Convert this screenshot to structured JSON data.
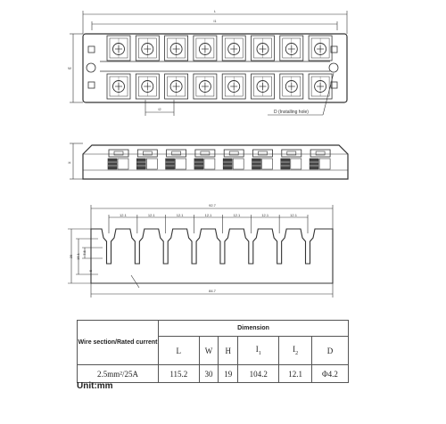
{
  "top_view": {
    "dim_L": "L",
    "dim_l1": "l1",
    "dim_W": "W",
    "dim_l2": "l2",
    "hole_callout": "D (Installing hole)",
    "terminal_count": 8
  },
  "side_view": {
    "dim_H": "H"
  },
  "lug_view": {
    "dim_overall": "92.7",
    "pitch": "12.1",
    "pitch_count": 7,
    "dim_base": "84.7",
    "dim_height": "25",
    "dim_slot": "15.1",
    "dim_small_a": "7.5",
    "dim_small_b": "5"
  },
  "table": {
    "header_left": "Wire section/Rated current",
    "header_dimension": "Dimension",
    "columns": [
      "L",
      "W",
      "H",
      "I1",
      "I2",
      "D"
    ],
    "row_label": "2.5mm²/25A",
    "values": [
      "115.2",
      "30",
      "19",
      "104.2",
      "12.1",
      "Φ4.2"
    ]
  },
  "unit_note": "Unit:mm"
}
